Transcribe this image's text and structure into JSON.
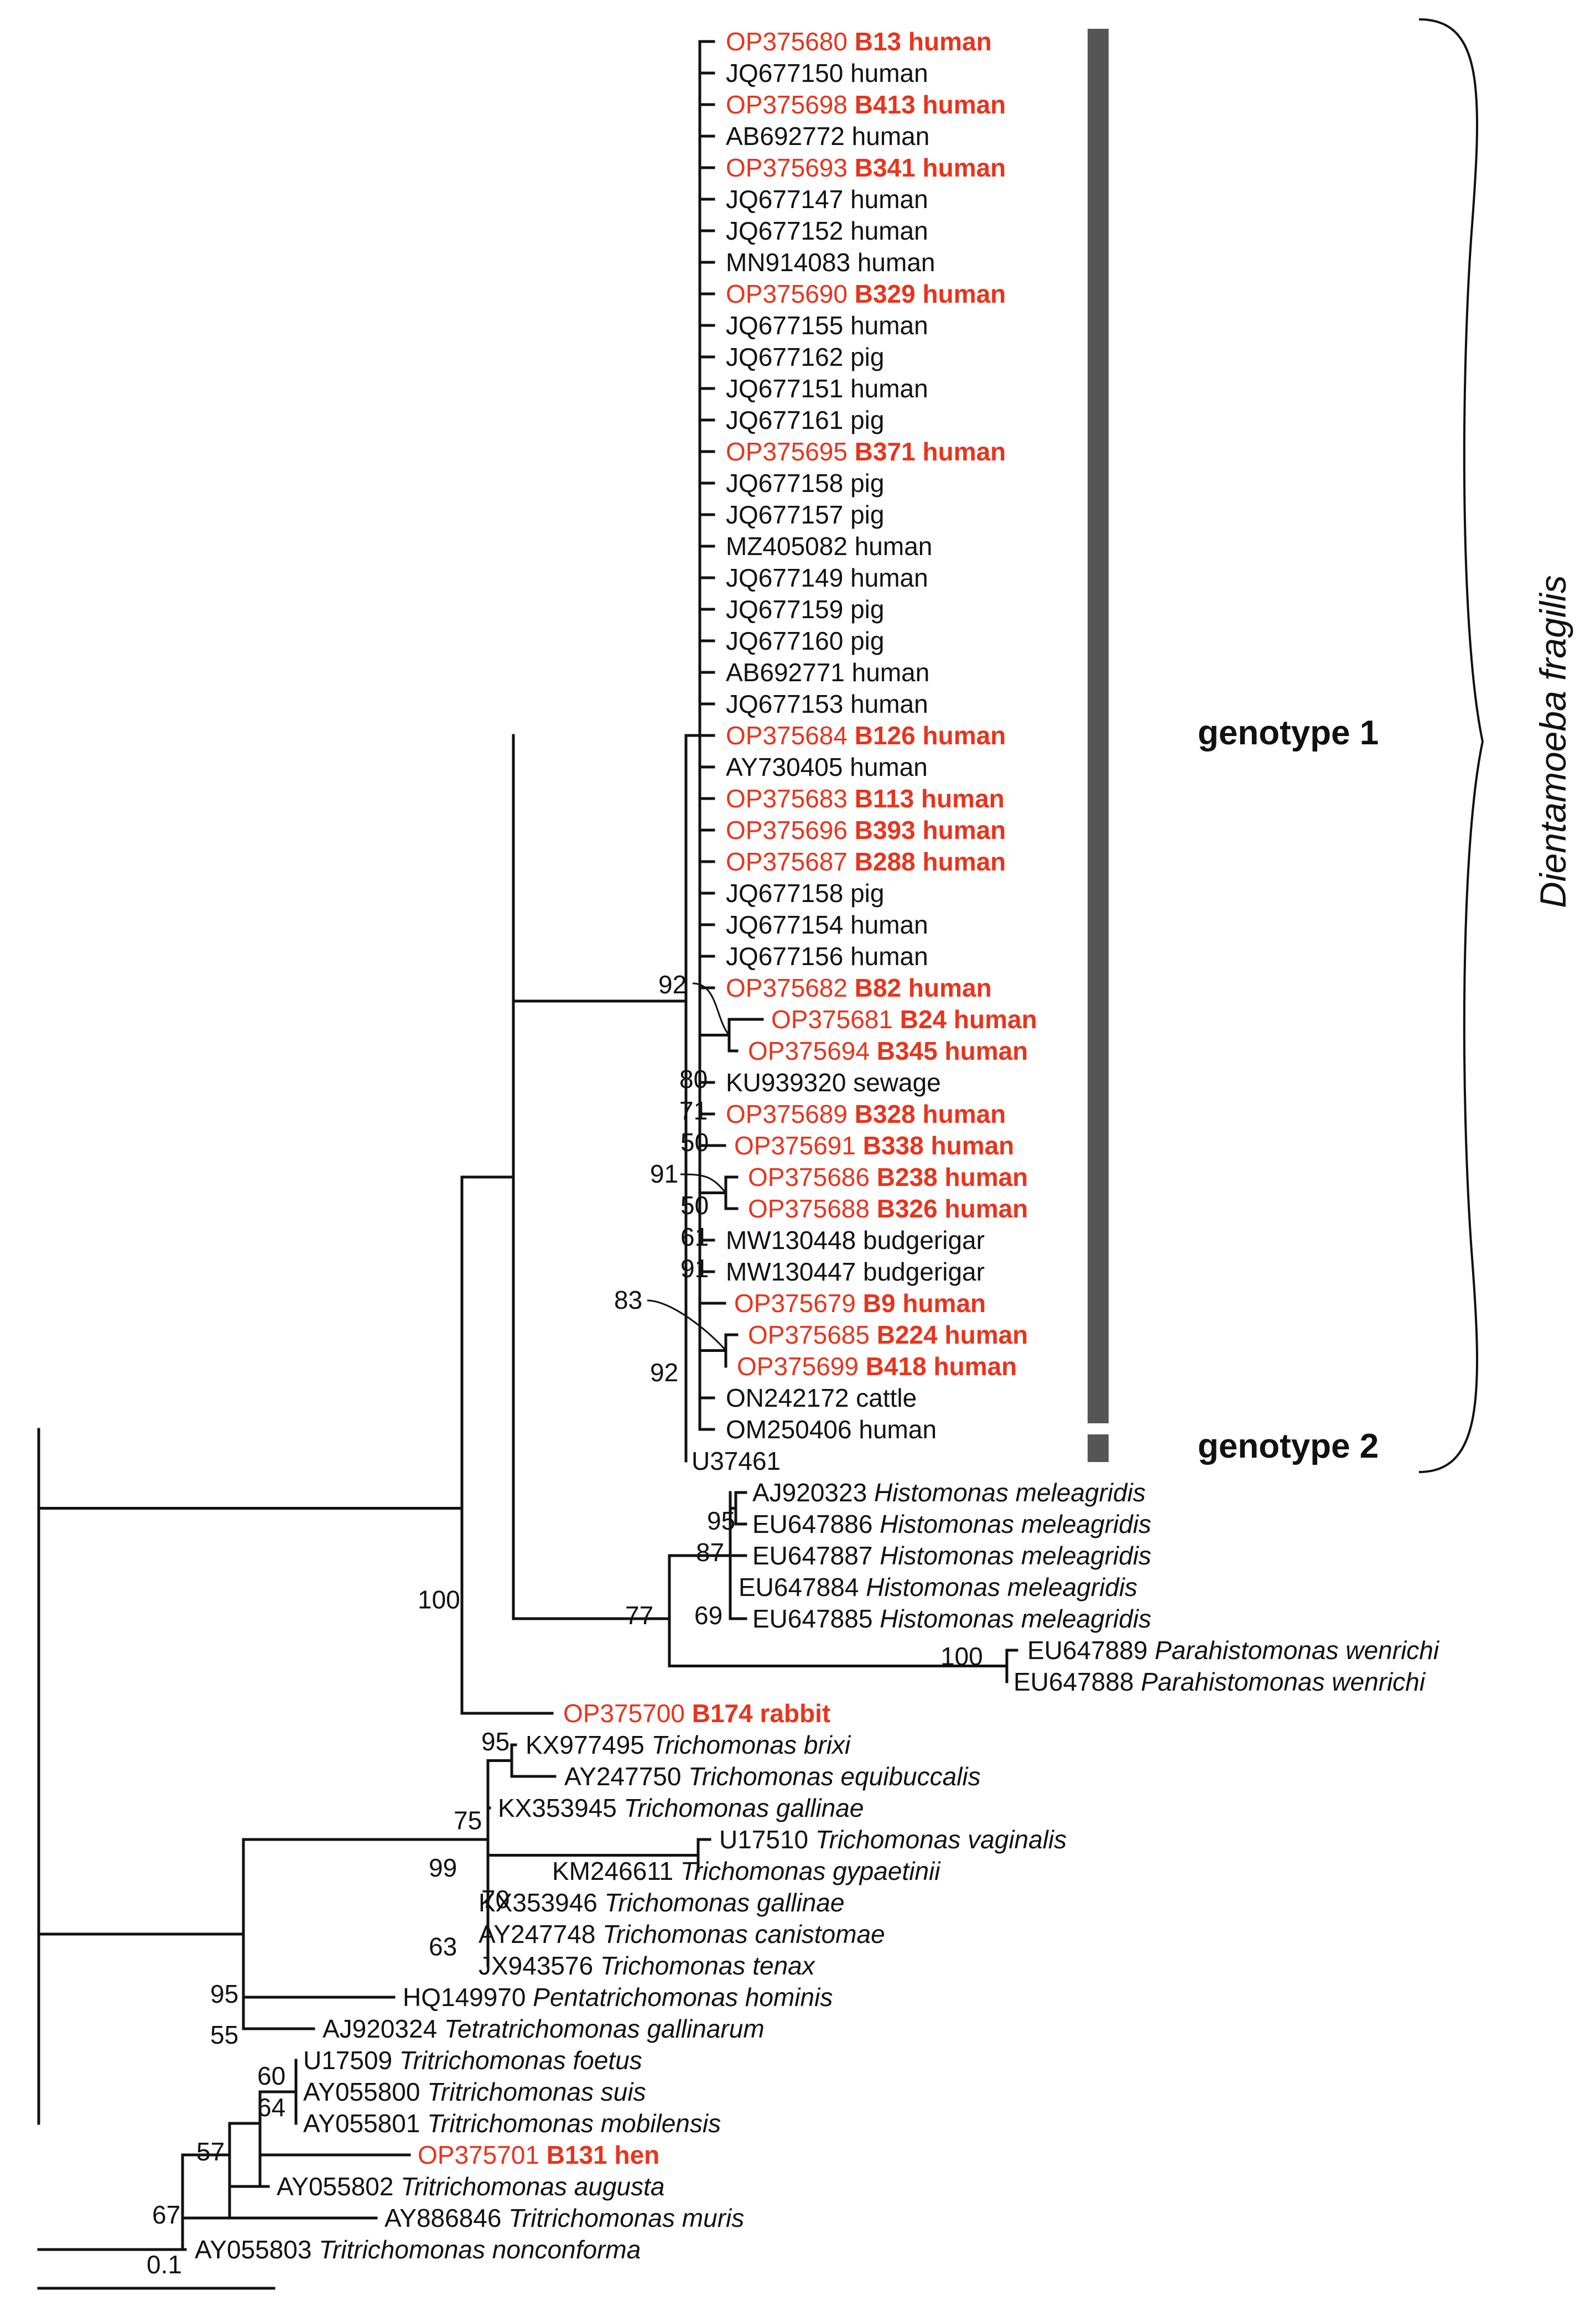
{
  "colors": {
    "highlight": "#e8341c",
    "text": "#111111",
    "bar": "#555555"
  },
  "tree": {
    "leaves": [
      {
        "acc": "OP375680",
        "sample": "B13",
        "host": "human",
        "hl": true
      },
      {
        "acc": "JQ677150",
        "host": "human"
      },
      {
        "acc": "OP375698",
        "sample": "B413",
        "host": "human",
        "hl": true
      },
      {
        "acc": "AB692772",
        "host": "human"
      },
      {
        "acc": "OP375693",
        "sample": "B341",
        "host": "human",
        "hl": true
      },
      {
        "acc": "JQ677147",
        "host": "human"
      },
      {
        "acc": "JQ677152",
        "host": "human"
      },
      {
        "acc": "MN914083",
        "host": "human"
      },
      {
        "acc": "OP375690",
        "sample": "B329",
        "host": "human",
        "hl": true
      },
      {
        "acc": "JQ677155",
        "host": "human"
      },
      {
        "acc": "JQ677162",
        "host": "pig"
      },
      {
        "acc": "JQ677151",
        "host": "human"
      },
      {
        "acc": "JQ677161",
        "host": "pig"
      },
      {
        "acc": "OP375695",
        "sample": "B371",
        "host": "human",
        "hl": true
      },
      {
        "acc": "JQ677158",
        "host": "pig"
      },
      {
        "acc": "JQ677157",
        "host": "pig"
      },
      {
        "acc": "MZ405082",
        "host": "human"
      },
      {
        "acc": "JQ677149",
        "host": "human"
      },
      {
        "acc": "JQ677159",
        "host": "pig"
      },
      {
        "acc": "JQ677160",
        "host": "pig"
      },
      {
        "acc": "AB692771",
        "host": "human"
      },
      {
        "acc": "JQ677153",
        "host": "human"
      },
      {
        "acc": "OP375684",
        "sample": "B126",
        "host": "human",
        "hl": true
      },
      {
        "acc": "AY730405",
        "host": "human"
      },
      {
        "acc": "OP375683",
        "sample": "B113",
        "host": "human",
        "hl": true
      },
      {
        "acc": "OP375696",
        "sample": "B393",
        "host": "human",
        "hl": true
      },
      {
        "acc": "OP375687",
        "sample": "B288",
        "host": "human",
        "hl": true
      },
      {
        "acc": "JQ677158",
        "host": "pig"
      },
      {
        "acc": "JQ677154",
        "host": "human"
      },
      {
        "acc": "JQ677156",
        "host": "human"
      },
      {
        "acc": "OP375682",
        "sample": "B82",
        "host": "human",
        "hl": true
      },
      {
        "acc": "OP375681",
        "sample": "B24",
        "host": "human",
        "hl": true
      },
      {
        "acc": "OP375694",
        "sample": "B345",
        "host": "human",
        "hl": true
      },
      {
        "acc": "KU939320",
        "host": "sewage"
      },
      {
        "acc": "OP375689",
        "sample": "B328",
        "host": "human",
        "hl": true
      },
      {
        "acc": "OP375691",
        "sample": "B338",
        "host": "human",
        "hl": true
      },
      {
        "acc": "OP375686",
        "sample": "B238",
        "host": "human",
        "hl": true
      },
      {
        "acc": "OP375688",
        "sample": "B326",
        "host": "human",
        "hl": true
      },
      {
        "acc": "MW130448",
        "host": "budgerigar"
      },
      {
        "acc": "MW130447",
        "host": "budgerigar"
      },
      {
        "acc": "OP375679",
        "sample": "B9",
        "host": "human",
        "hl": true
      },
      {
        "acc": "OP375685",
        "sample": "B224",
        "host": "human",
        "hl": true
      },
      {
        "acc": "OP375699",
        "sample": "B418",
        "host": "human",
        "hl": true
      },
      {
        "acc": "ON242172",
        "host": "cattle"
      },
      {
        "acc": "OM250406",
        "host": "human"
      },
      {
        "acc": "U37461"
      },
      {
        "acc": "AJ920323",
        "species": "Histomonas meleagridis"
      },
      {
        "acc": "EU647886",
        "species": "Histomonas meleagridis"
      },
      {
        "acc": "EU647887",
        "species": "Histomonas meleagridis"
      },
      {
        "acc": "EU647884",
        "species": "Histomonas meleagridis"
      },
      {
        "acc": "EU647885",
        "species": "Histomonas meleagridis"
      },
      {
        "acc": "EU647889",
        "species": "Parahistomonas wenrichi"
      },
      {
        "acc": "EU647888",
        "species": "Parahistomonas wenrichi"
      },
      {
        "acc": "OP375700",
        "sample": "B174",
        "host": "rabbit",
        "hl": true
      },
      {
        "acc": "KX977495",
        "species": "Trichomonas brixi"
      },
      {
        "acc": "AY247750",
        "species": "Trichomonas equibuccalis"
      },
      {
        "acc": "KX353945",
        "species": "Trichomonas gallinae"
      },
      {
        "acc": "U17510",
        "species": "Trichomonas vaginalis"
      },
      {
        "acc": "KM246611",
        "species": "Trichomonas gypaetinii"
      },
      {
        "acc": "KX353946",
        "species": "Trichomonas gallinae"
      },
      {
        "acc": "AY247748",
        "species": "Trichomonas canistomae"
      },
      {
        "acc": "JX943576",
        "species": "Trichomonas tenax"
      },
      {
        "acc": "HQ149970",
        "species": "Pentatrichomonas hominis"
      },
      {
        "acc": "AJ920324",
        "species": "Tetratrichomonas gallinarum"
      },
      {
        "acc": "U17509",
        "species": "Tritrichomonas foetus"
      },
      {
        "acc": "AY055800",
        "species": "Tritrichomonas suis"
      },
      {
        "acc": "AY055801",
        "species": "Tritrichomonas mobilensis"
      },
      {
        "acc": "OP375701",
        "sample": "B131",
        "host": "hen",
        "hl": true
      },
      {
        "acc": "AY055802",
        "species": "Tritrichomonas augusta"
      },
      {
        "acc": "AY886846",
        "species": "Tritrichomonas muris"
      },
      {
        "acc": "AY055803",
        "species": "Tritrichomonas nonconforma"
      }
    ],
    "bootstrap": [
      "92",
      "80",
      "71",
      "50",
      "91",
      "50",
      "61",
      "91",
      "83",
      "92",
      "100",
      "95",
      "87",
      "77",
      "69",
      "100",
      "95",
      "75",
      "99",
      "70",
      "63",
      "95",
      "55",
      "60",
      "64",
      "57",
      "67"
    ]
  },
  "annotations": {
    "genotype1": "genotype 1",
    "genotype2": "genotype 2",
    "species": "Dientamoeba fragilis"
  },
  "scale_bar": {
    "label": "0.1"
  }
}
